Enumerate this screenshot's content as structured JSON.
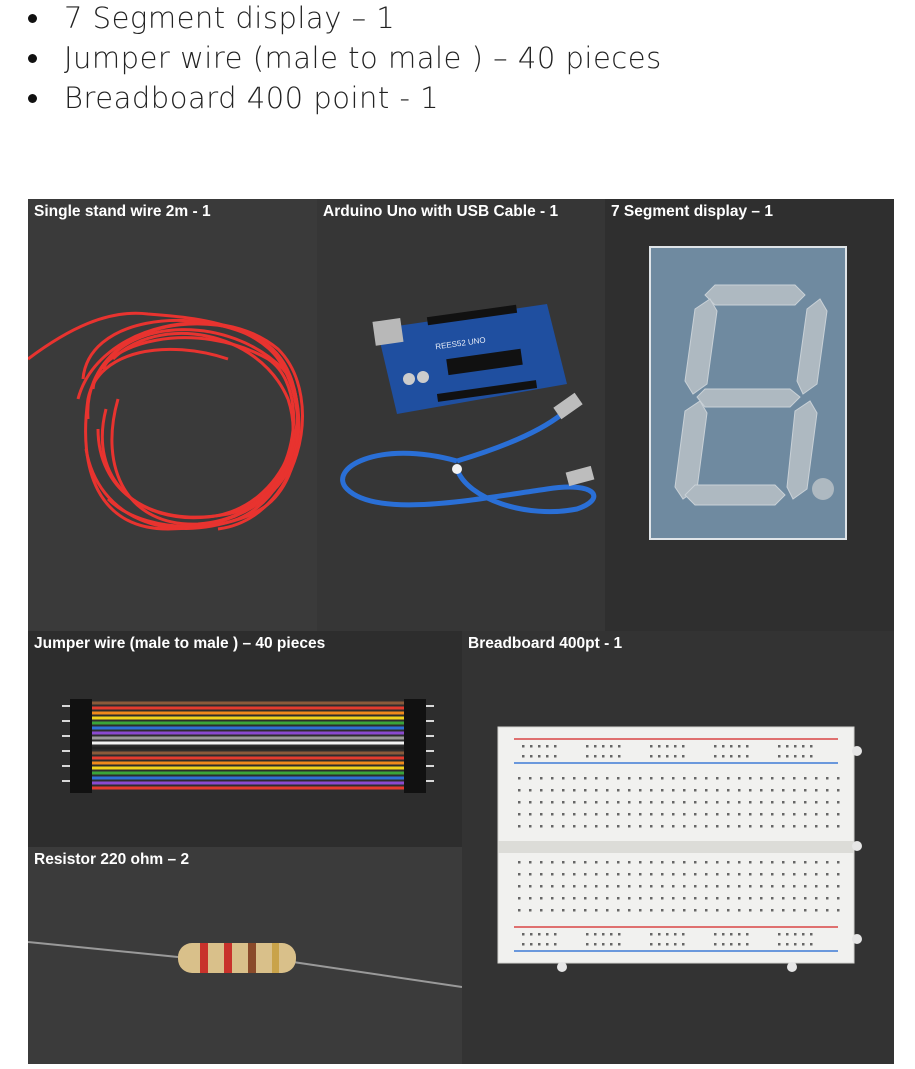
{
  "bullets": [
    "7 Segment display – 1",
    "Jumper wire (male to male ) – 40 pieces",
    "Breadboard 400 point - 1"
  ],
  "panels": {
    "wire": {
      "caption": "Single stand wire 2m - 1"
    },
    "arduino": {
      "caption": "Arduino Uno with USB Cable - 1",
      "board_text": "REES52 UNO"
    },
    "segment": {
      "caption": "7 Segment display – 1"
    },
    "jumper": {
      "caption": "Jumper wire (male to male ) – 40 pieces"
    },
    "breadboard": {
      "caption": "Breadboard 400pt - 1"
    },
    "resistor": {
      "caption": "Resistor 220 ohm – 2"
    }
  },
  "colors": {
    "wire_red": "#e8332f",
    "board_blue": "#1f4fa0",
    "segment_body": "#6f8aa0",
    "panel_dark": "#2e2e2e"
  }
}
